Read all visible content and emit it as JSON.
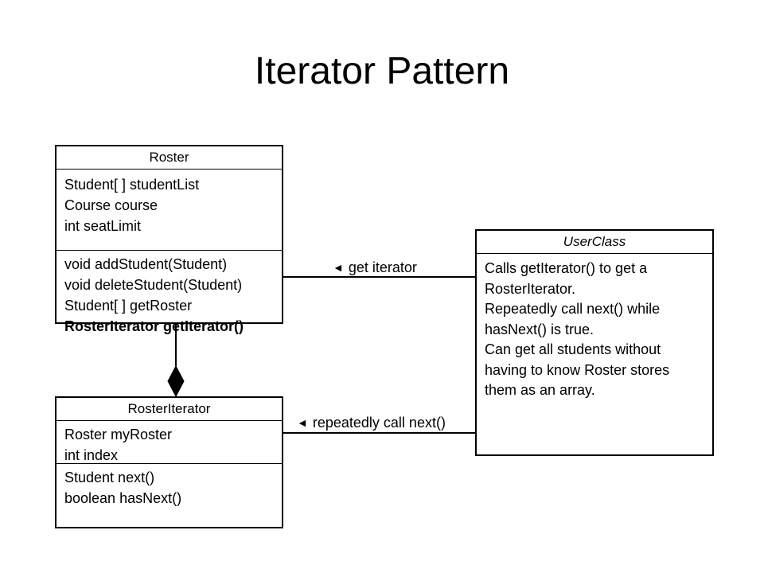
{
  "page": {
    "title": "Iterator Pattern"
  },
  "classes": {
    "roster": {
      "name": "Roster",
      "attributes": [
        "Student[ ] studentList",
        "Course course",
        "int seatLimit"
      ],
      "methods": [
        "void addStudent(Student)",
        "void deleteStudent(Student)",
        "Student[ ] getRoster",
        "RosterIterator getIterator()"
      ]
    },
    "roster_iterator": {
      "name": "RosterIterator",
      "attributes": [
        "Roster myRoster",
        "int index"
      ],
      "methods": [
        "Student next()",
        "boolean hasNext()"
      ]
    },
    "user_class": {
      "name": "UserClass",
      "description": [
        "Calls getIterator() to get a",
        "RosterIterator.",
        "Repeatedly call next() while",
        "hasNext() is true.",
        "Can get all students without",
        "having to know Roster stores",
        "them as an array."
      ]
    }
  },
  "associations": {
    "get_iterator": {
      "label": "get iterator",
      "arrow": "◄"
    },
    "repeatedly_call_next": {
      "label": "repeatedly call next()",
      "arrow": "◄"
    }
  }
}
